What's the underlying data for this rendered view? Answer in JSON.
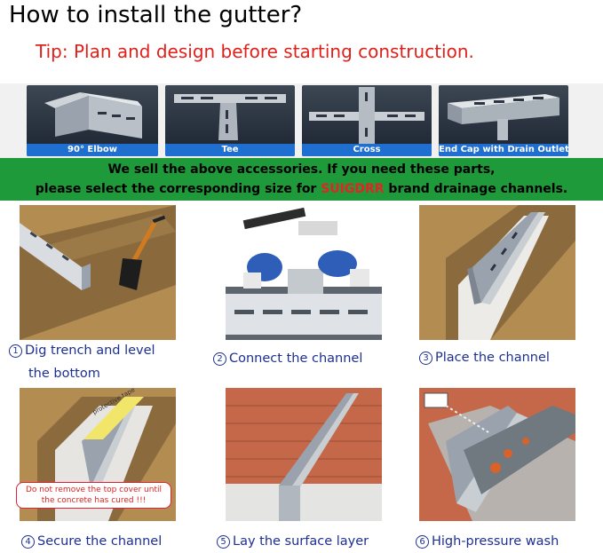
{
  "header": {
    "title": "How to install the gutter?",
    "tip": "Tip: Plan and design before starting construction."
  },
  "accessories": [
    {
      "label": "90° Elbow"
    },
    {
      "label": "Tee"
    },
    {
      "label": "Cross"
    },
    {
      "label": "End Cap with Drain Outlet"
    }
  ],
  "notice": {
    "line1": "We sell the above accessories. If you need these parts,",
    "line2_before": "please select the corresponding size for ",
    "brand": "SUIGDRR",
    "line2_after": " brand drainage channels."
  },
  "steps": [
    {
      "number": "1",
      "text": "Dig trench and level",
      "text2": "the bottom"
    },
    {
      "number": "2",
      "text": "Connect the channel"
    },
    {
      "number": "3",
      "text": "Place the channel"
    },
    {
      "number": "4",
      "text": "Secure the channel",
      "tape_label": "protective tape",
      "warning_line1": "Do not remove the top cover until",
      "warning_line2": "the concrete has cured !!!"
    },
    {
      "number": "5",
      "text": "Lay the surface layer"
    },
    {
      "number": "6",
      "text": "High-pressure wash"
    }
  ]
}
